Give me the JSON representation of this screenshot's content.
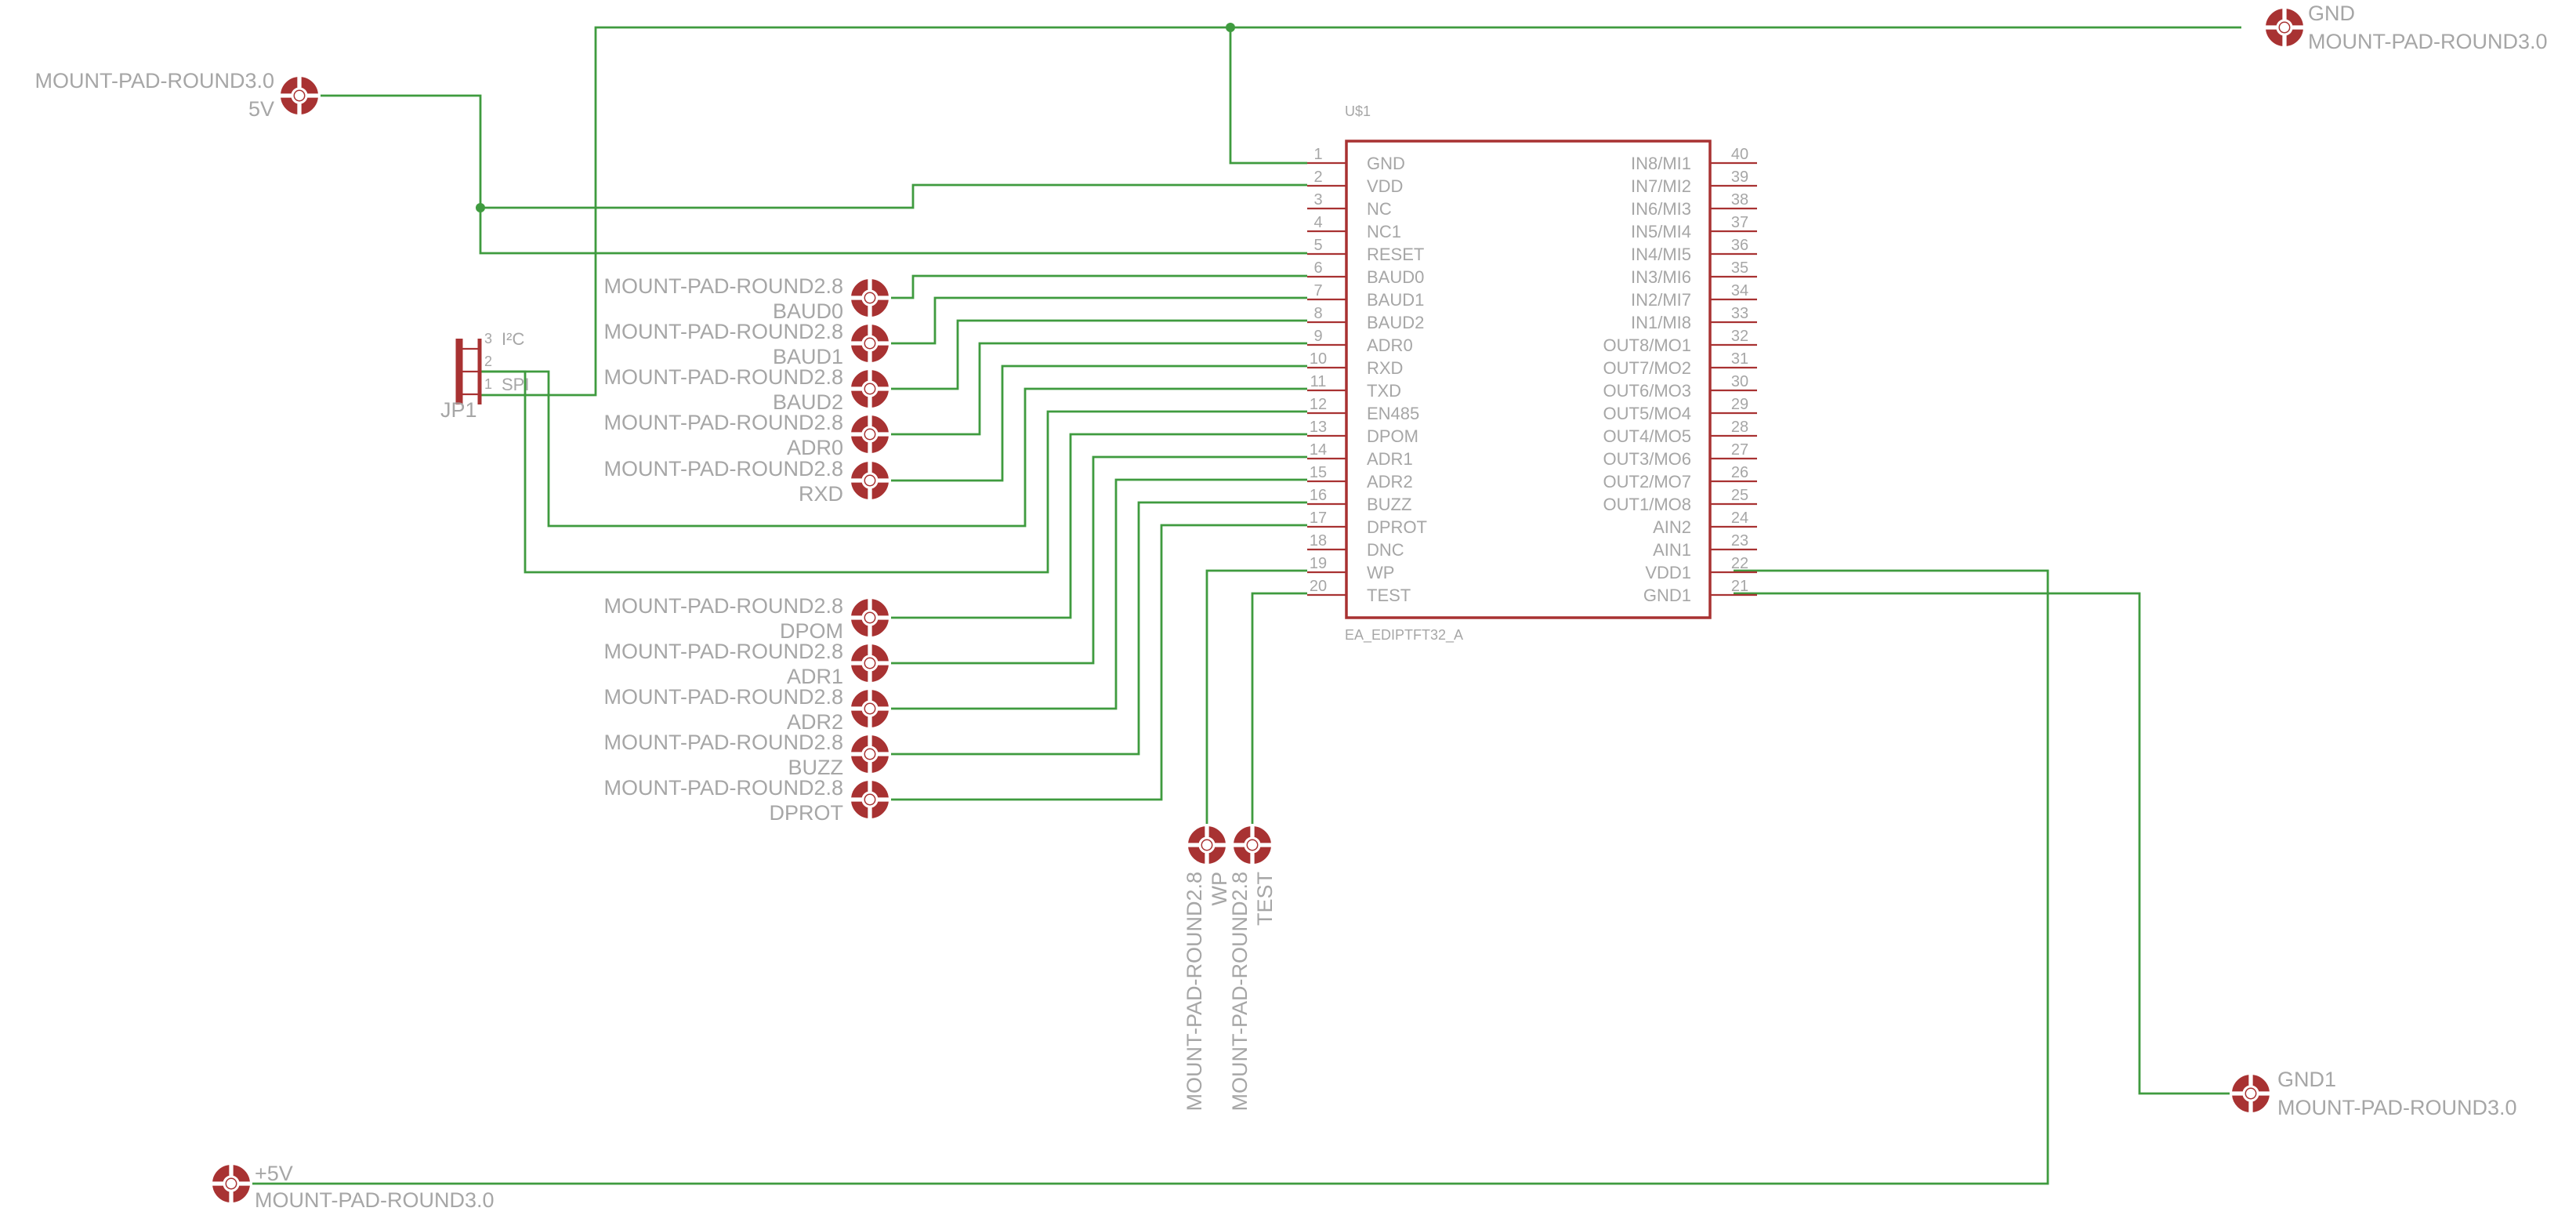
{
  "colors": {
    "wire": "#3f9b3f",
    "symbol": "#a83232",
    "label": "#a6a6a6",
    "background": "#ffffff"
  },
  "u1": {
    "name": "U$1",
    "value": "EA_EDIPTFT32_A",
    "left_pins": [
      {
        "num": "1",
        "name": "GND"
      },
      {
        "num": "2",
        "name": "VDD"
      },
      {
        "num": "3",
        "name": "NC"
      },
      {
        "num": "4",
        "name": "NC1"
      },
      {
        "num": "5",
        "name": "RESET"
      },
      {
        "num": "6",
        "name": "BAUD0"
      },
      {
        "num": "7",
        "name": "BAUD1"
      },
      {
        "num": "8",
        "name": "BAUD2"
      },
      {
        "num": "9",
        "name": "ADR0"
      },
      {
        "num": "10",
        "name": "RXD"
      },
      {
        "num": "11",
        "name": "TXD"
      },
      {
        "num": "12",
        "name": "EN485"
      },
      {
        "num": "13",
        "name": "DPOM"
      },
      {
        "num": "14",
        "name": "ADR1"
      },
      {
        "num": "15",
        "name": "ADR2"
      },
      {
        "num": "16",
        "name": "BUZZ"
      },
      {
        "num": "17",
        "name": "DPROT"
      },
      {
        "num": "18",
        "name": "DNC"
      },
      {
        "num": "19",
        "name": "WP"
      },
      {
        "num": "20",
        "name": "TEST"
      }
    ],
    "right_pins": [
      {
        "num": "40",
        "name": "IN8/MI1"
      },
      {
        "num": "39",
        "name": "IN7/MI2"
      },
      {
        "num": "38",
        "name": "IN6/MI3"
      },
      {
        "num": "37",
        "name": "IN5/MI4"
      },
      {
        "num": "36",
        "name": "IN4/MI5"
      },
      {
        "num": "35",
        "name": "IN3/MI6"
      },
      {
        "num": "34",
        "name": "IN2/MI7"
      },
      {
        "num": "33",
        "name": "IN1/MI8"
      },
      {
        "num": "32",
        "name": "OUT8/MO1"
      },
      {
        "num": "31",
        "name": "OUT7/MO2"
      },
      {
        "num": "30",
        "name": "OUT6/MO3"
      },
      {
        "num": "29",
        "name": "OUT5/MO4"
      },
      {
        "num": "28",
        "name": "OUT4/MO5"
      },
      {
        "num": "27",
        "name": "OUT3/MO6"
      },
      {
        "num": "26",
        "name": "OUT2/MO7"
      },
      {
        "num": "25",
        "name": "OUT1/MO8"
      },
      {
        "num": "24",
        "name": "AIN2"
      },
      {
        "num": "23",
        "name": "AIN1"
      },
      {
        "num": "22",
        "name": "VDD1"
      },
      {
        "num": "21",
        "name": "GND1"
      }
    ]
  },
  "jp1": {
    "name": "JP1",
    "pins": [
      {
        "num": "3",
        "label": "I²C"
      },
      {
        "num": "2",
        "label": ""
      },
      {
        "num": "1",
        "label": "SPI"
      }
    ]
  },
  "pads": [
    {
      "id": "gnd",
      "name": "GND",
      "value": "MOUNT-PAD-ROUND3.0"
    },
    {
      "id": "5v",
      "name": "5V",
      "value": "MOUNT-PAD-ROUND3.0"
    },
    {
      "id": "baud0",
      "name": "BAUD0",
      "value": "MOUNT-PAD-ROUND2.8"
    },
    {
      "id": "baud1",
      "name": "BAUD1",
      "value": "MOUNT-PAD-ROUND2.8"
    },
    {
      "id": "baud2",
      "name": "BAUD2",
      "value": "MOUNT-PAD-ROUND2.8"
    },
    {
      "id": "adr0",
      "name": "ADR0",
      "value": "MOUNT-PAD-ROUND2.8"
    },
    {
      "id": "rxd",
      "name": "RXD",
      "value": "MOUNT-PAD-ROUND2.8"
    },
    {
      "id": "dpom",
      "name": "DPOM",
      "value": "MOUNT-PAD-ROUND2.8"
    },
    {
      "id": "adr1",
      "name": "ADR1",
      "value": "MOUNT-PAD-ROUND2.8"
    },
    {
      "id": "adr2",
      "name": "ADR2",
      "value": "MOUNT-PAD-ROUND2.8"
    },
    {
      "id": "buzz",
      "name": "BUZZ",
      "value": "MOUNT-PAD-ROUND2.8"
    },
    {
      "id": "dprot",
      "name": "DPROT",
      "value": "MOUNT-PAD-ROUND2.8"
    },
    {
      "id": "wp",
      "name": "WP",
      "value": "MOUNT-PAD-ROUND2.8"
    },
    {
      "id": "test",
      "name": "TEST",
      "value": "MOUNT-PAD-ROUND2.8"
    },
    {
      "id": "gnd1",
      "name": "GND1",
      "value": "MOUNT-PAD-ROUND3.0"
    },
    {
      "id": "plus5v",
      "name": "+5V",
      "value": "MOUNT-PAD-ROUND3.0"
    }
  ]
}
